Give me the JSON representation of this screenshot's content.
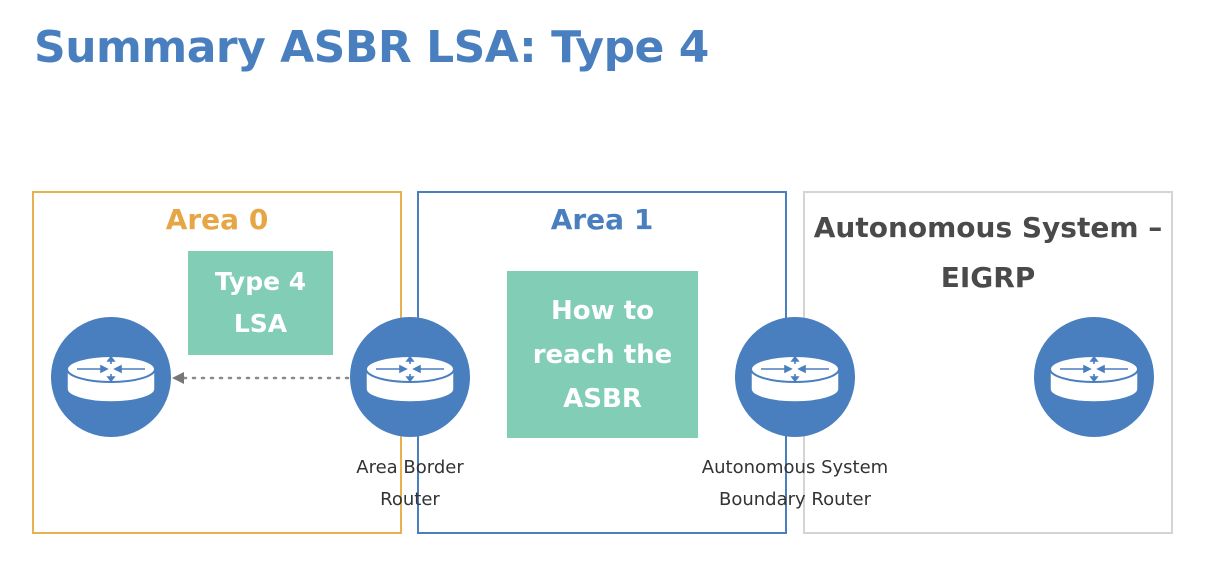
{
  "title": "Summary ASBR LSA: Type 4",
  "areas": {
    "area0": {
      "label": "Area 0",
      "color": "#e7b14f"
    },
    "area1": {
      "label": "Area 1",
      "color": "#4a7fbf"
    },
    "as": {
      "label": "Autonomous System – EIGRP",
      "color": "#d4d4d4"
    }
  },
  "boxes": {
    "type4": "Type 4 LSA",
    "reach": "How to reach the ASBR",
    "color": "#82cdb6"
  },
  "routers": {
    "abr_caption_line1": "Area Border",
    "abr_caption_line2": "Router",
    "asbr_caption_line1": "Autonomous System",
    "asbr_caption_line2": "Boundary Router",
    "color": "#4a7fbf"
  }
}
